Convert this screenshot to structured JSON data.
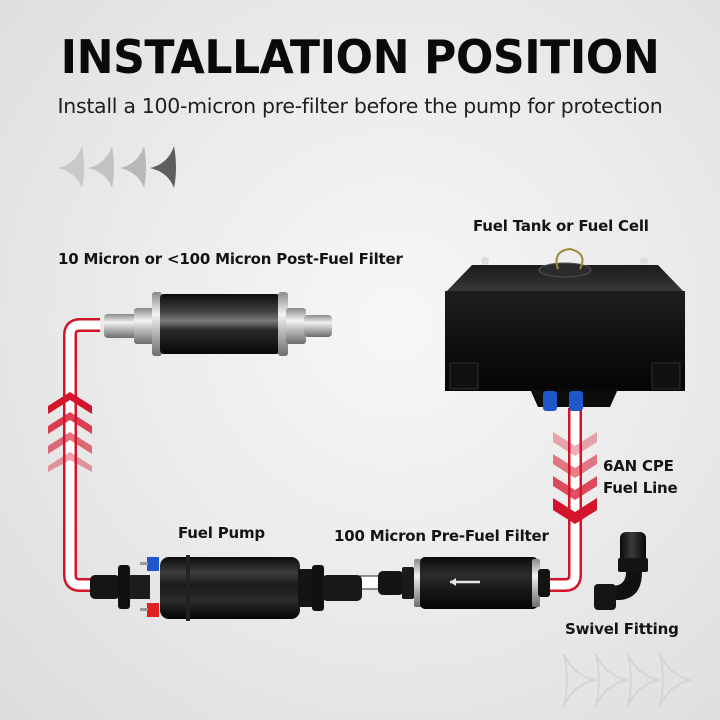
{
  "header": {
    "title": "INSTALLATION POSITION",
    "subtitle": "Install a 100-micron pre-filter before the pump for protection"
  },
  "labels": {
    "post_filter": "10 Micron or <100 Micron Post-Fuel Filter",
    "fuel_tank": "Fuel Tank or Fuel Cell",
    "fuel_line_1": "6AN CPE",
    "fuel_line_2": "Fuel Line",
    "fuel_pump": "Fuel Pump",
    "pre_filter": "100 Micron Pre-Fuel Filter",
    "swivel_fitting": "Swivel Fitting"
  },
  "components": [
    {
      "id": "fuel-tank",
      "name": "Fuel Tank or Fuel Cell",
      "icon": "fuel-tank-icon"
    },
    {
      "id": "fuel-line",
      "name": "6AN CPE Fuel Line",
      "icon": "hose-line-icon"
    },
    {
      "id": "pre-filter",
      "name": "100 Micron Pre-Fuel Filter",
      "icon": "inline-filter-icon"
    },
    {
      "id": "fuel-pump",
      "name": "Fuel Pump",
      "icon": "fuel-pump-icon"
    },
    {
      "id": "post-filter",
      "name": "10 Micron or <100 Micron Post-Fuel Filter",
      "icon": "inline-filter-icon"
    },
    {
      "id": "swivel-fitting",
      "name": "Swivel Fitting",
      "icon": "elbow-fitting-icon"
    }
  ],
  "flow_order": [
    "Fuel Tank or Fuel Cell",
    "6AN CPE Fuel Line",
    "100 Micron Pre-Fuel Filter",
    "Fuel Pump",
    "10 Micron or <100 Micron Post-Fuel Filter"
  ],
  "colors": {
    "line_red": "#d4142a",
    "line_fill": "#ffffff",
    "fitting_blue": "#1f56c9",
    "terminal_red": "#e02020",
    "body_black": "#151515",
    "title_black": "#0a0a0a",
    "background": "#ececec"
  }
}
